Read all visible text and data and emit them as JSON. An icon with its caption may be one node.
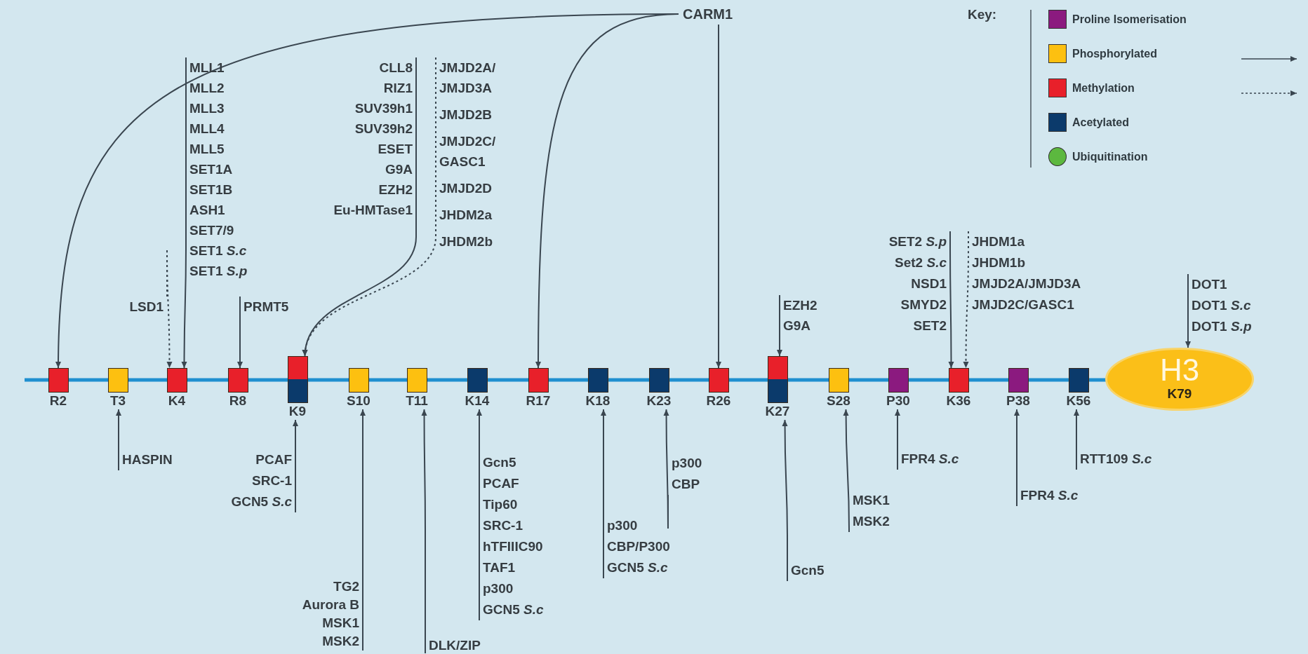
{
  "diagram": {
    "nodes": [
      {
        "text": [
          "CARM1"
        ]
      },
      {
        "text": [
          "MLL1",
          "MLL2",
          "MLL3",
          "MLL4",
          "MLL5",
          "SET1A",
          "SET1B",
          "ASH1",
          "SET7/9",
          "SET1 *S.c*",
          "SET1 *S.p*"
        ]
      },
      {
        "text": [
          "CLL8",
          "RIZ1",
          "SUV39h1",
          "SUV39h2",
          "ESET",
          "G9A",
          "EZH2",
          "Eu-HMTase1"
        ]
      },
      {
        "text": [
          "JMJD2A/ JMJD3A",
          "JMJD2B",
          "JMJD2C/ GASC1",
          "JMJD2D",
          "JHDM2a",
          "JHDM2b"
        ]
      },
      {
        "text": [
          "LSD1"
        ]
      },
      {
        "text": [
          "PRMT5"
        ]
      },
      {
        "text": [
          "EZH2",
          "G9A"
        ]
      },
      {
        "text": [
          "SET2 *S.p*",
          "Set2 *S.c*",
          "NSD1",
          "SMYD2",
          "SET2"
        ]
      },
      {
        "text": [
          "JHDM1a",
          "JHDM1b",
          "JMJD2A/JMJD3A",
          "JMJD2C/GASC1"
        ]
      },
      {
        "text": [
          "DOT1",
          "DOT1 *S.c*",
          "DOT1 *S.p*"
        ]
      },
      {
        "text": [
          "R2"
        ]
      },
      {
        "text": [
          "T3"
        ]
      },
      {
        "text": [
          "K4"
        ]
      },
      {
        "text": [
          "R8"
        ]
      },
      {
        "text": [
          "K9"
        ]
      },
      {
        "text": [
          "S10"
        ]
      },
      {
        "text": [
          "T11"
        ]
      },
      {
        "text": [
          "K14"
        ]
      },
      {
        "text": [
          "R17"
        ]
      },
      {
        "text": [
          "K18"
        ]
      },
      {
        "text": [
          "K23"
        ]
      },
      {
        "text": [
          "R26"
        ]
      },
      {
        "text": [
          "K27"
        ]
      },
      {
        "text": [
          "S28"
        ]
      },
      {
        "text": [
          "P30"
        ]
      },
      {
        "text": [
          "K36"
        ]
      },
      {
        "text": [
          "P38"
        ]
      },
      {
        "text": [
          "K56"
        ]
      },
      {
        "text": [
          "H3",
          "K79"
        ]
      },
      {
        "text": [
          "HASPIN"
        ]
      },
      {
        "text": [
          "PCAF",
          "SRC-1",
          "GCN5 *S.c*"
        ]
      },
      {
        "text": [
          "TG2",
          "Aurora B",
          "MSK1",
          "MSK2"
        ]
      },
      {
        "text": [
          "DLK/ZIP"
        ]
      },
      {
        "text": [
          "Gcn5",
          "PCAF",
          "Tip60",
          "SRC-1",
          "hTFIIIC90",
          "TAF1",
          "p300",
          "GCN5 *S.c*"
        ]
      },
      {
        "text": [
          "p300",
          "CBP/P300",
          "GCN5 *S.c*"
        ]
      },
      {
        "text": [
          "p300",
          "CBP"
        ]
      },
      {
        "text": [
          "Gcn5"
        ]
      },
      {
        "text": [
          "MSK1",
          "MSK2"
        ]
      },
      {
        "text": [
          "FPR4 *S.c*"
        ]
      },
      {
        "text": [
          "FPR4 *S.c*"
        ]
      },
      {
        "text": [
          "RTT109 *S.c*"
        ]
      }
    ],
    "edges": [
      {
        "from": 0,
        "to": 10,
        "arrow": "to"
      },
      {
        "from": 0,
        "to": 18,
        "arrow": "to"
      },
      {
        "from": 0,
        "to": 21,
        "arrow": "to"
      },
      {
        "from": 1,
        "to": 12,
        "arrow": "to"
      },
      {
        "from": 2,
        "to": 14,
        "arrow": "to"
      },
      {
        "from": 3,
        "to": 14,
        "arrow": "to",
        "style": "dashed"
      },
      {
        "from": 4,
        "to": 12,
        "arrow": "to",
        "style": "dashed"
      },
      {
        "from": 5,
        "to": 13,
        "arrow": "to"
      },
      {
        "from": 6,
        "to": 22,
        "arrow": "to"
      },
      {
        "from": 7,
        "to": 25,
        "arrow": "to"
      },
      {
        "from": 8,
        "to": 25,
        "arrow": "to",
        "style": "dashed"
      },
      {
        "from": 9,
        "to": 28,
        "arrow": "to"
      },
      {
        "from": 29,
        "to": 11,
        "arrow": "to"
      },
      {
        "from": 30,
        "to": 14,
        "arrow": "to"
      },
      {
        "from": 31,
        "to": 15,
        "arrow": "to"
      },
      {
        "from": 32,
        "to": 16,
        "arrow": "to"
      },
      {
        "from": 33,
        "to": 17,
        "arrow": "to"
      },
      {
        "from": 34,
        "to": 19,
        "arrow": "to"
      },
      {
        "from": 35,
        "to": 20,
        "arrow": "to"
      },
      {
        "from": 36,
        "to": 22,
        "arrow": "to"
      },
      {
        "from": 37,
        "to": 23,
        "arrow": "to"
      },
      {
        "from": 38,
        "to": 24,
        "arrow": "to"
      },
      {
        "from": 39,
        "to": 26,
        "arrow": "to"
      },
      {
        "from": 40,
        "to": 27,
        "arrow": "to"
      }
    ],
    "labels": [
      "Key:"
    ],
    "legend": [
      {
        "text": "Proline Isomerisation",
        "color": "#8b1a7f"
      },
      {
        "text": "Phosphorylated",
        "color": "#fdc010"
      },
      {
        "text": "Methylation",
        "color": "#e8202a"
      },
      {
        "text": "Acetylated",
        "color": "#0b3a6b"
      },
      {
        "text": "Ubiquitination",
        "color": "#5cb83f"
      }
    ]
  }
}
